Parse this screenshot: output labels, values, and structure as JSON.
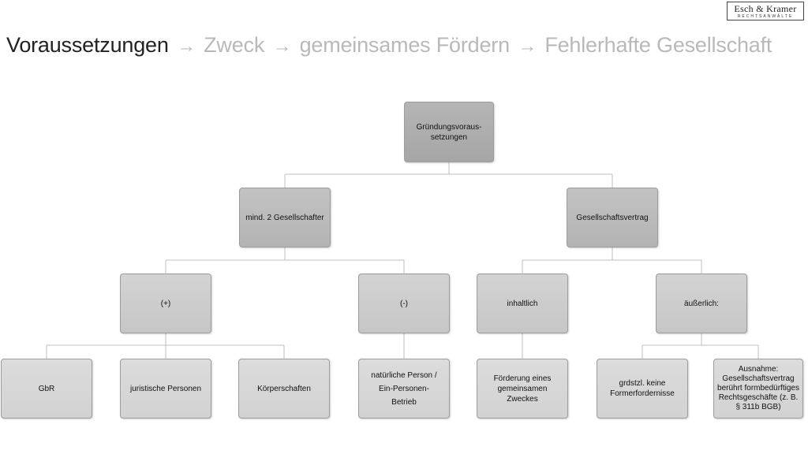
{
  "logo": {
    "brand": "Esch & Kramer",
    "sub": "RECHTSANWÄLTE"
  },
  "title": {
    "current": "Voraussetzungen",
    "steps": [
      "Zweck",
      "gemeinsames Fördern",
      "Fehlerhafte Gesellschaft"
    ],
    "arrow": "→"
  },
  "colors": {
    "line": "#bfbfbf",
    "root": "#ababab",
    "node": "#c9c9c9",
    "title_dim": "#b9b9b9"
  },
  "tree": {
    "root": "Gründungsvoraus-setzungen",
    "left": {
      "label": "mind. 2 Gesellschafter",
      "plus": {
        "label": "(+)",
        "children": [
          "GbR",
          "juristische Personen",
          "Körperschaften"
        ]
      },
      "minus": {
        "label": "(-)",
        "children": [
          "natürliche Person / Ein-Personen-Betrieb"
        ]
      }
    },
    "right": {
      "label": "Gesellschaftsvertrag",
      "inner": {
        "label": "inhaltlich",
        "children": [
          "Förderung eines gemeinsamen Zweckes"
        ]
      },
      "outer": {
        "label": "äußerlich:",
        "children": [
          "grdstzl. keine Formerfordernisse",
          "Ausnahme: Gesellschaftsvertrag berührt formbedürftiges Rechtsgeschäfte (z. B. § 311b BGB)"
        ]
      }
    }
  }
}
